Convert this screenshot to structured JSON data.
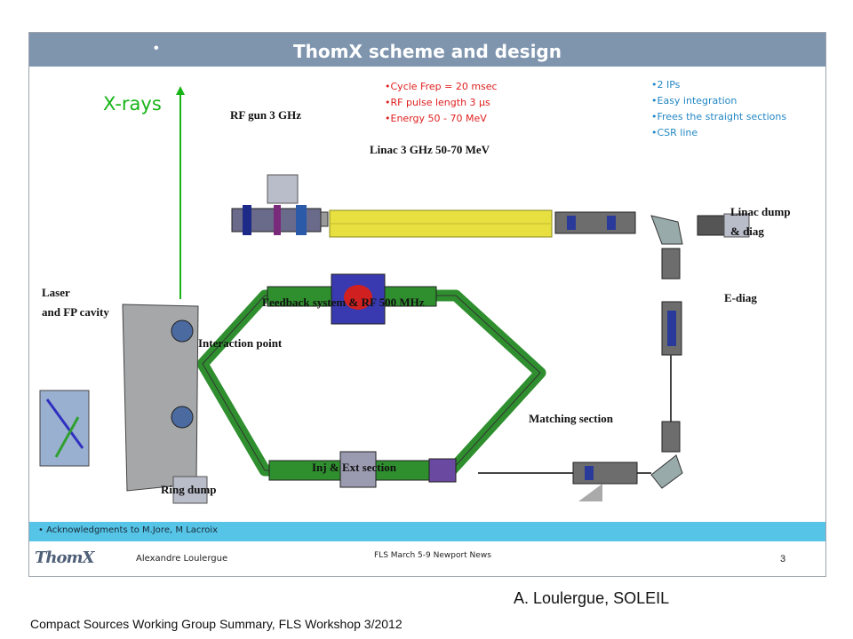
{
  "slide": {
    "title_bullet": "•",
    "title": "ThomX scheme and design",
    "xrays_label": "X-rays",
    "params_red": [
      "Cycle Frep = 20 msec",
      "RF pulse length 3 μs",
      "Energy 50 -  70 MeV"
    ],
    "features_blue": [
      "2 IPs",
      "Easy integration",
      "Frees the straight sections",
      "CSR line"
    ],
    "labels": {
      "rf_gun": "RF gun 3 GHz",
      "linac": "Linac 3 GHz  50-70 MeV",
      "linac_dump_1": "Linac dump",
      "linac_dump_2": "& diag",
      "laser_1": "Laser",
      "laser_2": "and FP cavity",
      "feedback": "Feedback system  & RF 500 MHz",
      "interaction": "Interaction point",
      "ediag": "E-diag",
      "matching": "Matching section",
      "inj_ext": "Inj & Ext section",
      "ring_dump": "Ring dump"
    },
    "acknowledgments": "• Acknowledgments to M.Jore, M Lacroix",
    "footer": {
      "logo": "ThomX",
      "author": "Alexandre Loulergue",
      "event": "FLS  March 5-9 Newport News",
      "page": "3"
    }
  },
  "credit": "A. Loulergue, SOLEIL",
  "caption": "Compact Sources Working Group Summary, FLS Workshop 3/2012",
  "colors": {
    "title_bar": "#7f95ae",
    "ack_bar": "#55c4e6",
    "xray_green": "#17b417",
    "param_red": "#e02020",
    "feature_blue": "#2287c4",
    "linac_yellow": "#e8e040",
    "magnet_green": "#2f8f2f"
  }
}
